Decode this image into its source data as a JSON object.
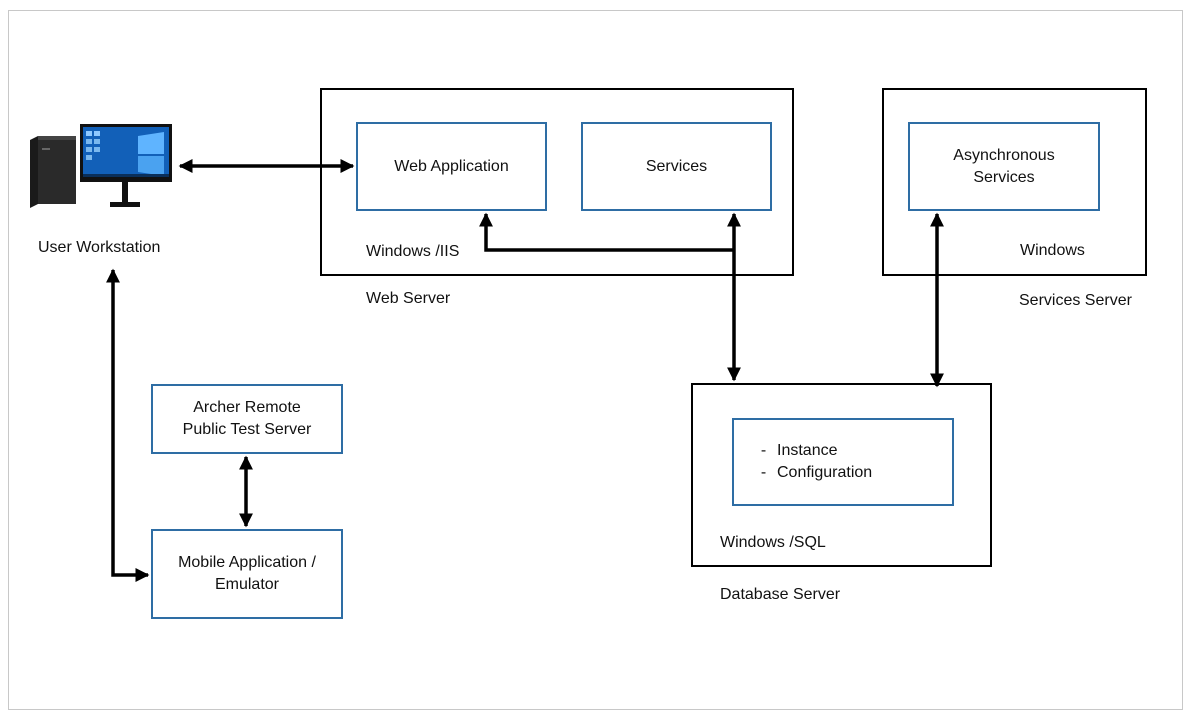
{
  "nodes": {
    "workstation": {
      "label": "User Workstation"
    },
    "web_server": {
      "label": "Web Server",
      "os": "Windows /IIS",
      "web_application": "Web Application",
      "services": "Services"
    },
    "services_server": {
      "label": "Services Server",
      "os": "Windows",
      "async_services": "Asynchronous\nServices"
    },
    "database_server": {
      "label": "Database Server",
      "os": "Windows /SQL",
      "items": [
        "Instance",
        "Configuration"
      ]
    },
    "remote_test_server": {
      "label": "Archer Remote\nPublic Test Server"
    },
    "mobile_app": {
      "label": "Mobile Application /\nEmulator"
    }
  },
  "colors": {
    "component_border": "#2e6da4",
    "server_border": "#000000",
    "frame_border": "#c8c8c8"
  },
  "icons": [
    "desktop-tower-icon",
    "monitor-icon"
  ]
}
